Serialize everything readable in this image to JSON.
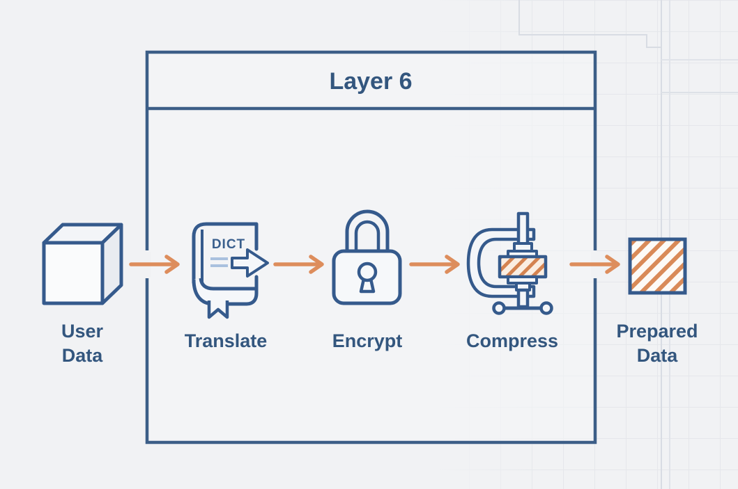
{
  "diagram": {
    "title": "Layer 6",
    "nodes": {
      "user_data": {
        "label": "User\nData",
        "icon": "cube-icon"
      },
      "translate": {
        "label": "Translate",
        "icon": "dictionary-book-icon",
        "book_text": "DICT"
      },
      "encrypt": {
        "label": "Encrypt",
        "icon": "padlock-icon"
      },
      "compress": {
        "label": "Compress",
        "icon": "clamp-icon"
      },
      "prepared_data": {
        "label": "Prepared\nData",
        "icon": "hatched-square-icon"
      }
    },
    "flow": [
      "User Data",
      "Translate",
      "Encrypt",
      "Compress",
      "Prepared Data"
    ],
    "colors": {
      "background": "#f1f2f4",
      "box_border": "#3c5e87",
      "text_blue": "#33567e",
      "icon_stroke": "#355a8c",
      "accent_orange": "#dd8d5c",
      "hatch_orange": "#d98a58",
      "light_blue": "#a9c0de"
    }
  }
}
